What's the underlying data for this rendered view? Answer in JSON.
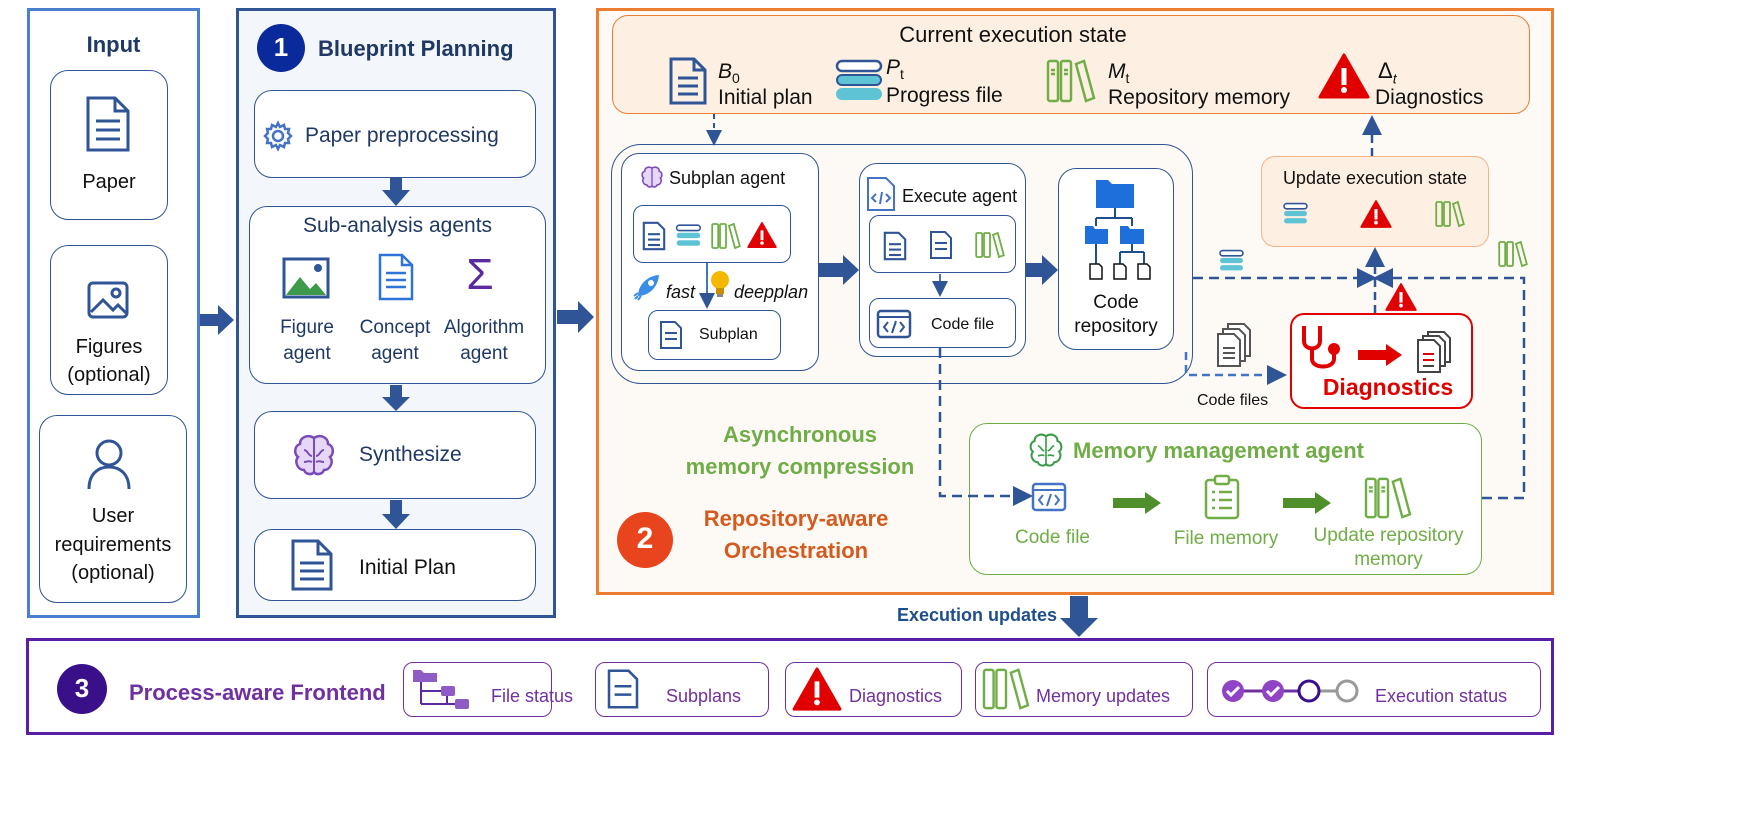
{
  "input": {
    "title": "Input",
    "paper": "Paper",
    "figures": "Figures",
    "figures_note": "(optional)",
    "user_1": "User",
    "user_2": "requirements",
    "user_3": "(optional)"
  },
  "blueprint": {
    "number": "1",
    "title": "Blueprint Planning",
    "preprocessing": "Paper preprocessing",
    "sub_analysis_title": "Sub-analysis agents",
    "figure_agent_1": "Figure",
    "figure_agent_2": "agent",
    "concept_agent_1": "Concept",
    "concept_agent_2": "agent",
    "algorithm_agent_1": "Algorithm",
    "algorithm_agent_2": "agent",
    "synthesize": "Synthesize",
    "initial_plan": "Initial Plan"
  },
  "orchestration": {
    "number": "2",
    "title_1": "Repository-aware",
    "title_2": "Orchestration",
    "state_title": "Current execution state",
    "b0_symbol": "B",
    "b0_sub": "0",
    "b0_label": "Initial plan",
    "pt_symbol": "P",
    "pt_sub": "t",
    "pt_label": "Progress file",
    "mt_symbol": "M",
    "mt_sub": "t",
    "mt_label": "Repository memory",
    "delta_symbol": "Δ",
    "delta_sub": "t",
    "delta_label": "Diagnostics",
    "subplan_agent": "Subplan agent",
    "fast": "fast",
    "deepplan": "deepplan",
    "subplan": "Subplan",
    "execute_agent": "Execute agent",
    "code_file": "Code file",
    "code_repo_1": "Code",
    "code_repo_2": "repository",
    "update_state": "Update execution state",
    "code_files": "Code files",
    "diagnostics": "Diagnostics",
    "async_1": "Asynchronous",
    "async_2": "memory  compression",
    "memory_agent": "Memory management agent",
    "mem_code_file": "Code file",
    "file_memory": "File memory",
    "update_repo_mem_1": "Update repository",
    "update_repo_mem_2": "memory",
    "execution_updates": "Execution updates"
  },
  "frontend": {
    "number": "3",
    "title": "Process-aware Frontend",
    "file_status": "File status",
    "subplans": "Subplans",
    "diagnostics": "Diagnostics",
    "memory_updates": "Memory updates",
    "execution_status": "Execution status"
  },
  "colors": {
    "navy": "#1f4e8c",
    "blue_border": "#4472c4",
    "orange": "#ed7d31",
    "green": "#70ad47",
    "red": "#e00000",
    "purple": "#7030a0",
    "dark_purple": "#3a0f8a"
  }
}
